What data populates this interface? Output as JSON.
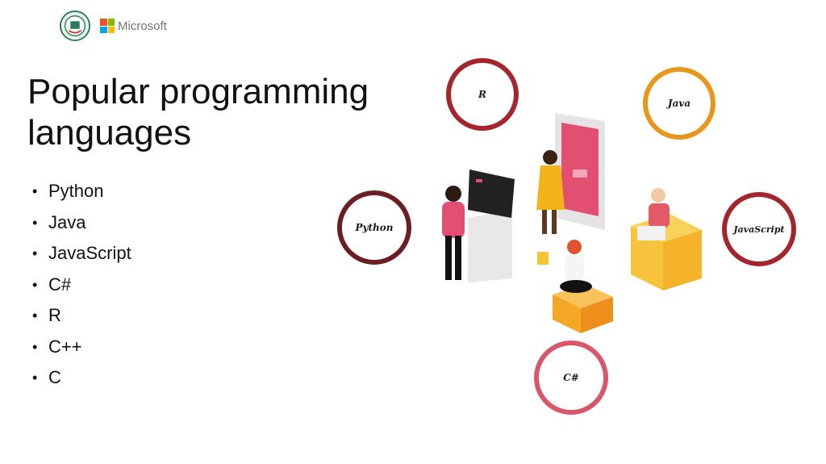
{
  "logos": {
    "partner": "Microsoft",
    "ms_colors": [
      "#f25022",
      "#7fba00",
      "#00a4ef",
      "#ffb900"
    ]
  },
  "slide": {
    "title": "Popular programming languages",
    "bullets": [
      "Python",
      "Java",
      "JavaScript",
      "C#",
      "R",
      "C++",
      "C"
    ]
  },
  "bubbles": {
    "r": {
      "label": "R",
      "color": "#a3262e"
    },
    "java": {
      "label": "Java",
      "color": "#e8971d"
    },
    "python": {
      "label": "Python",
      "color": "#6b1f22"
    },
    "javascript": {
      "label": "JavaScript",
      "color": "#a3262e"
    },
    "csharp": {
      "label": "C#",
      "color": "#d9566b"
    }
  }
}
